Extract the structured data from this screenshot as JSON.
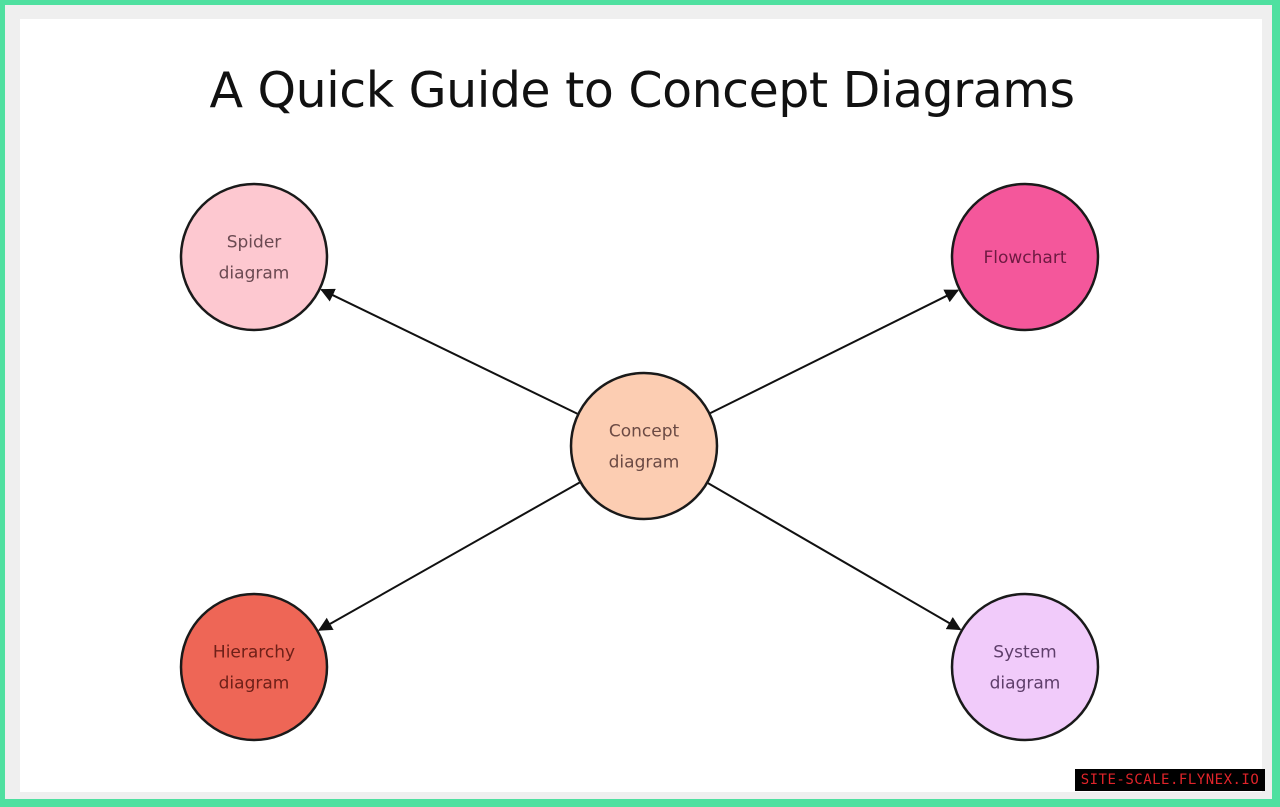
{
  "title": "A Quick Guide to Concept Diagrams",
  "watermark": "SITE-SCALE.FLYNEX.IO",
  "colors": {
    "frame": "#4fe0a0",
    "stroke": "#1a1a1a"
  },
  "center": {
    "id": "concept",
    "lines": [
      "Concept",
      "diagram"
    ],
    "fill": "#fccdb2",
    "text_color": "#6b4a44"
  },
  "nodes": [
    {
      "id": "spider",
      "lines": [
        "Spider",
        "diagram"
      ],
      "fill": "#fdc8d0",
      "text_color": "#6b4a52"
    },
    {
      "id": "flowchart",
      "lines": [
        "Flowchart"
      ],
      "fill": "#f4579b",
      "text_color": "#6e1a42"
    },
    {
      "id": "hierarchy",
      "lines": [
        "Hierarchy",
        "diagram"
      ],
      "fill": "#ee6656",
      "text_color": "#6e2018"
    },
    {
      "id": "system",
      "lines": [
        "System",
        "diagram"
      ],
      "fill": "#f1cbfa",
      "text_color": "#5e3e6a"
    }
  ],
  "edges": [
    {
      "from": "concept",
      "to": "spider"
    },
    {
      "from": "concept",
      "to": "flowchart"
    },
    {
      "from": "concept",
      "to": "hierarchy"
    },
    {
      "from": "concept",
      "to": "system"
    }
  ]
}
